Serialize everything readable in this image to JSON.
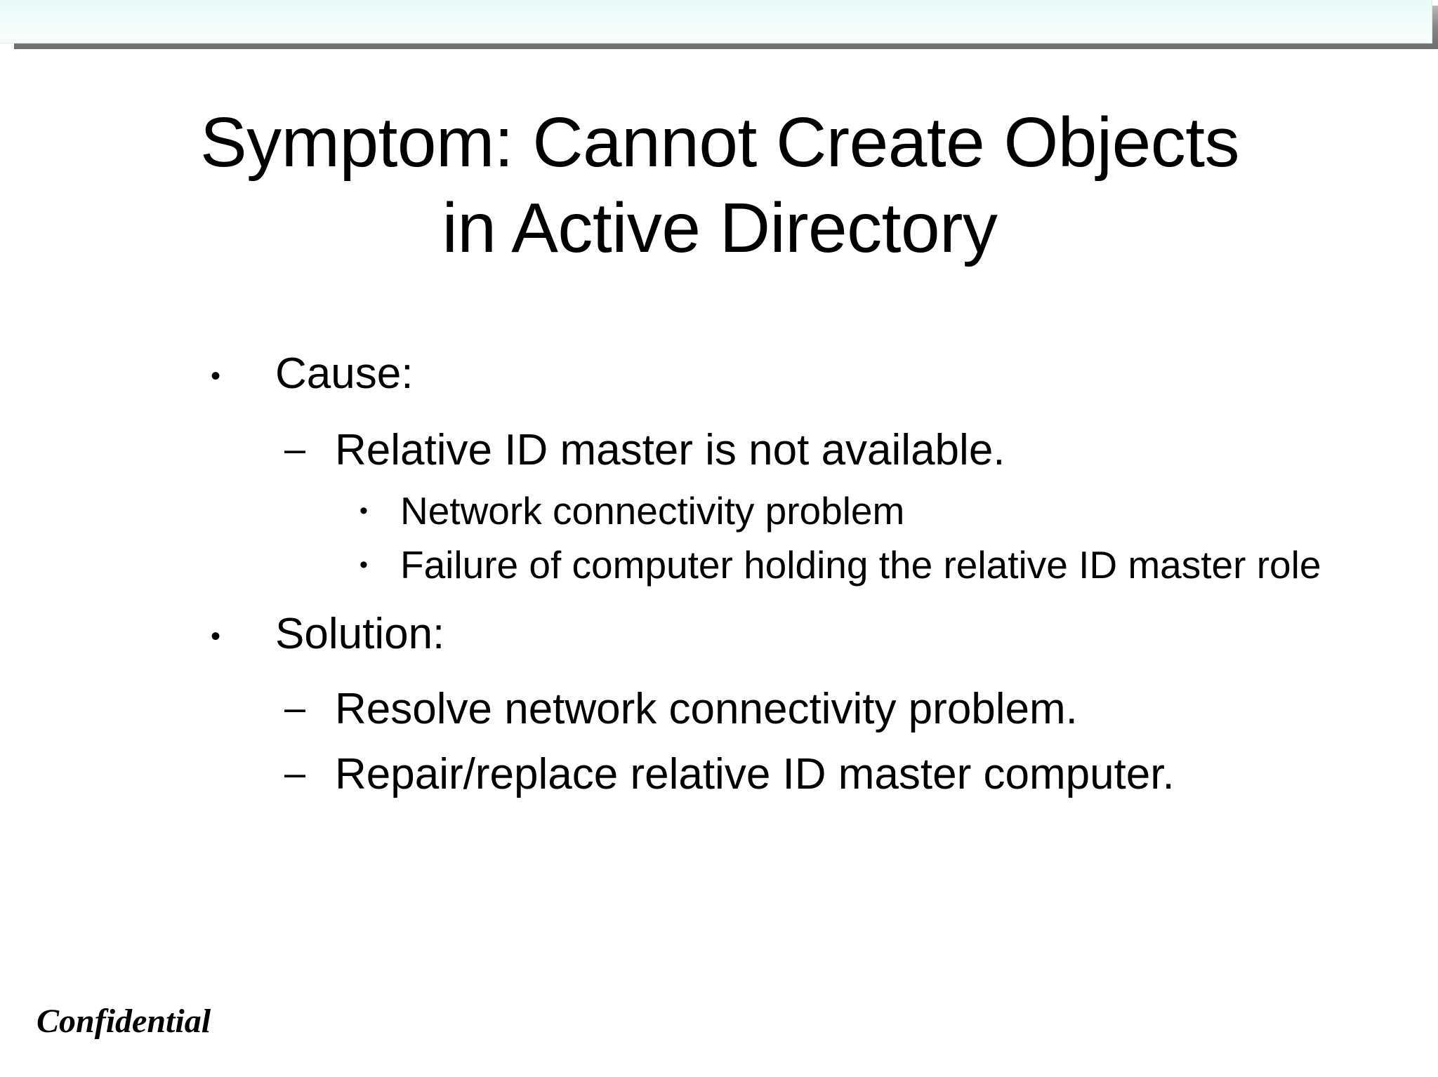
{
  "slide": {
    "title": "Symptom: Cannot Create Objects\nin Active Directory",
    "theme": {
      "band_color_light": "#f8feff",
      "band_color_tint": "#e6fbf8",
      "band_shadow_color": "#6e6c6c",
      "text_color": "#000000",
      "background_color": "#ffffff"
    },
    "body": {
      "cause_heading": "Cause:",
      "cause_items": [
        "Relative ID master is not available."
      ],
      "cause_subitems": [
        "Network connectivity problem",
        "Failure of computer holding the relative ID master role"
      ],
      "solution_heading": "Solution:",
      "solution_items": [
        "Resolve network connectivity problem.",
        "Repair/replace relative ID master computer."
      ]
    },
    "bullets": {
      "level1_glyph": "•",
      "level2_glyph": "–",
      "level3_glyph": "•"
    },
    "footer": {
      "confidential": "Confidential"
    }
  }
}
